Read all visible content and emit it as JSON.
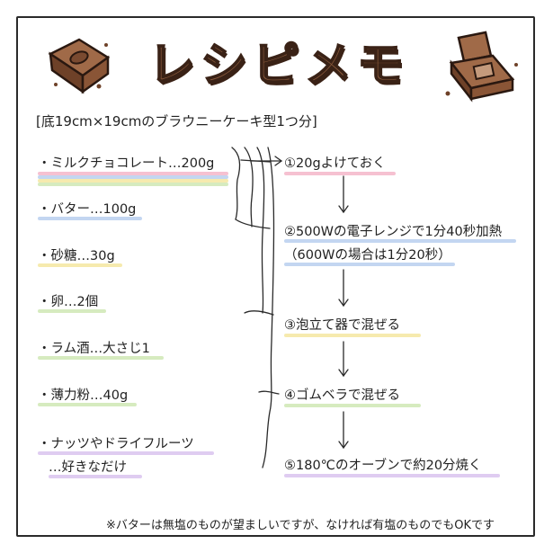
{
  "title": "レシピメモ",
  "subtitle": "[底19cm×19cmのブラウニーケーキ型1つ分]",
  "ingredients": [
    {
      "text": "・ミルクチョコレート…200g",
      "colors": [
        "#f4b6c9",
        "#b9cfee",
        "#f5e6a0",
        "#cfe8b4"
      ]
    },
    {
      "text": "・バター…100g",
      "colors": [
        "#b9cfee"
      ]
    },
    {
      "text": "・砂糖…30g",
      "colors": [
        "#f5e6a0"
      ]
    },
    {
      "text": "・卵…2個",
      "colors": [
        "#cfe8b4"
      ]
    },
    {
      "text": "・ラム酒…大さじ1",
      "colors": [
        "#cfe8b4"
      ]
    },
    {
      "text": "・薄力粉…40g",
      "colors": [
        "#cfe8b4"
      ]
    },
    {
      "text": "・ナッツやドライフルーツ",
      "colors": [
        "#d9c3ef"
      ]
    },
    {
      "text": "…好きなだけ",
      "colors": [
        "#d9c3ef"
      ]
    }
  ],
  "steps": [
    {
      "text": "①20gよけておく",
      "color": "#f4b6c9"
    },
    {
      "text": "②500Wの電子レンジで1分40秒加熱",
      "color": "#b9cfee"
    },
    {
      "text": "（600Wの場合は1分20秒）",
      "color": "#b9cfee"
    },
    {
      "text": "③泡立て器で混ぜる",
      "color": "#f5e6a0"
    },
    {
      "text": "④ゴムベラで混ぜる",
      "color": "#cfe8b4"
    },
    {
      "text": "⑤180℃のオーブンで約20分焼く",
      "color": "#d9c3ef"
    }
  ],
  "note": "※バターは無塩のものが望ましいですが、なければ有塩のものでもOKです",
  "colors": {
    "chocolate": "#8a5a3c",
    "chocolate_dark": "#3a2216",
    "frame": "#2a2a2a"
  }
}
